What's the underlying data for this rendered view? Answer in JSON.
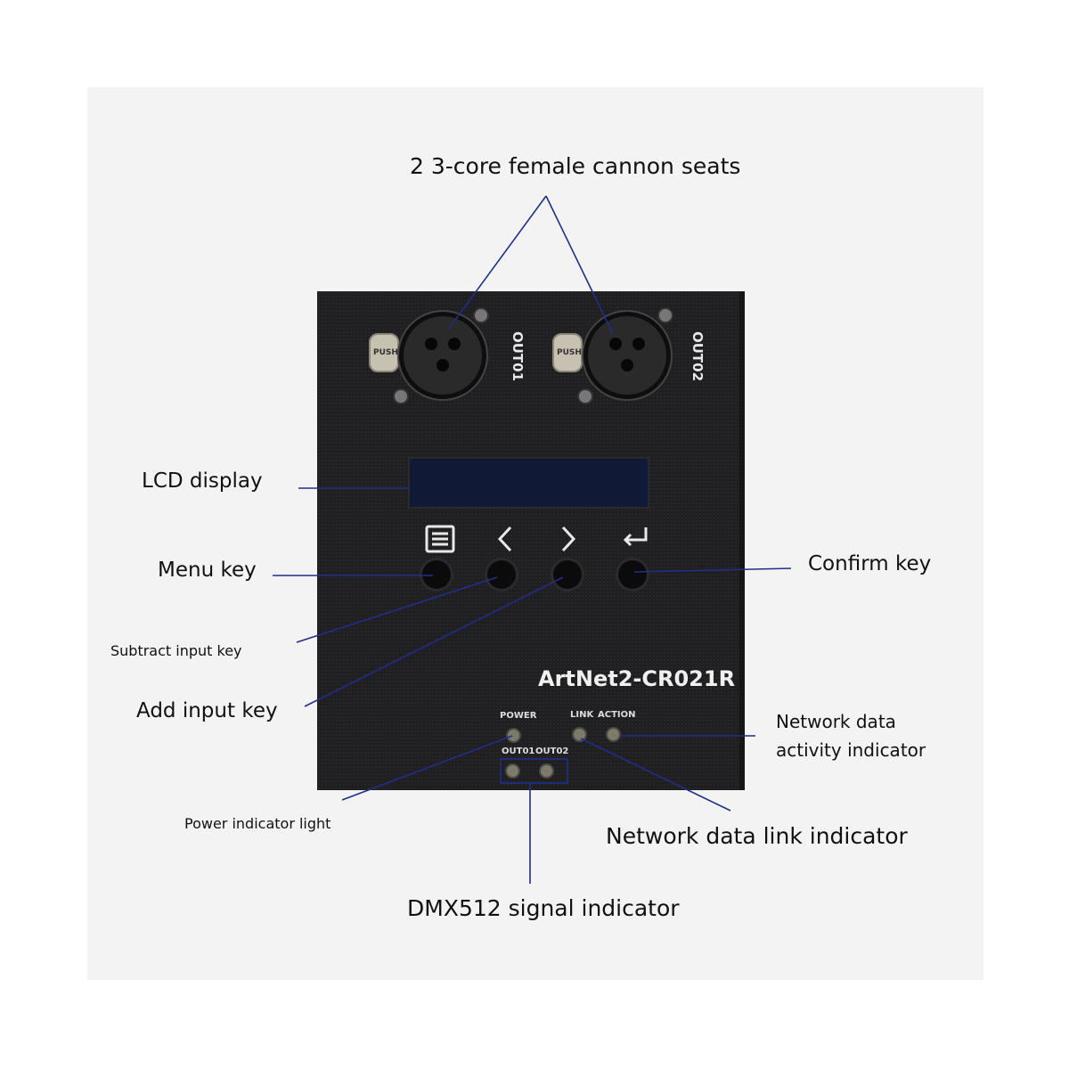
{
  "title": "2 3-core female cannon seats",
  "labels": {
    "lcd_display": "LCD display",
    "menu_key": "Menu key",
    "confirm_key": "Confirm key",
    "subtract_input_key": "Subtract input key",
    "add_input_key": "Add input key",
    "network_activity_line1": "Network data",
    "network_activity_line2": "activity indicator",
    "power_indicator": "Power indicator light",
    "network_link_indicator": "Network data link indicator",
    "dmx_signal_indicator": "DMX512 signal indicator"
  },
  "device": {
    "model": "ArtNet2-CR021R",
    "out1": "OUT01",
    "out2": "OUT02",
    "push1": "PUSH",
    "push2": "PUSH",
    "power": "POWER",
    "link": "LINK",
    "action": "ACTION",
    "led_out1": "OUT01",
    "led_out2": "OUT02"
  },
  "colors": {
    "leader_line": "#1e2f8c",
    "device_body": "#1f1f21",
    "lcd": "#101a36"
  }
}
